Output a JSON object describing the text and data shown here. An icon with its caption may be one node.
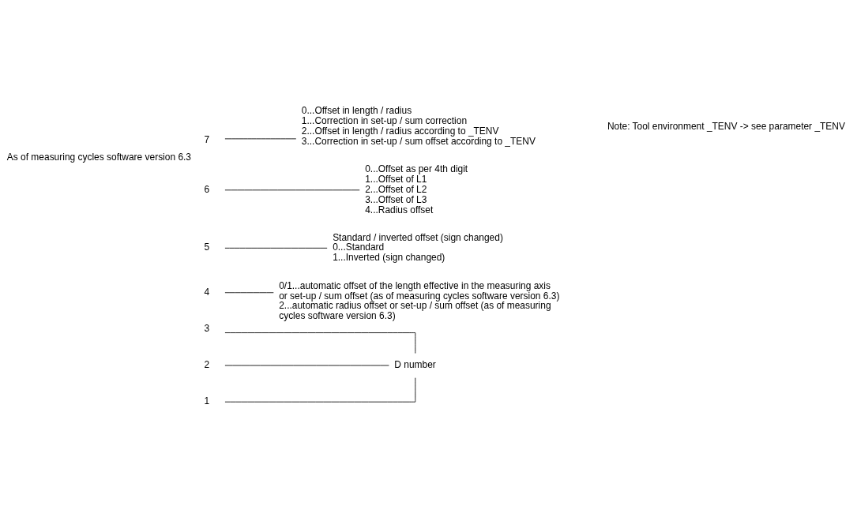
{
  "diagram": {
    "nodes": [
      {
        "text": [
          "7"
        ],
        "beside": [
          "As of measuring cycles software version 6.3"
        ]
      },
      {
        "text": [
          "6"
        ]
      },
      {
        "text": [
          "5"
        ]
      },
      {
        "text": [
          "4"
        ]
      },
      {
        "text": [
          "3"
        ]
      },
      {
        "text": [
          "2"
        ]
      },
      {
        "text": [
          "1"
        ]
      },
      {
        "text": [
          "D number"
        ]
      },
      {
        "text": [
          "0/1...automatic offset of the length effective in the measuring axis or set-up / sum offset (as of measuring cycles software version 6.3)",
          "2...automatic radius offset or set-up / sum offset (as of measuring cycles software version 6.3)"
        ]
      },
      {
        "text": [
          "Standard / inverted offset (sign changed)",
          "0...Standard",
          "1...Inverted (sign changed)"
        ]
      },
      {
        "text": [
          "0...Offset as per 4th digit",
          "1...Offset of L1",
          "2...Offset of L2",
          "3...Offset of L3",
          "4...Radius offset"
        ]
      },
      {
        "text": [
          "0...Offset in length / radius",
          "1...Correction in set-up / sum correction",
          "2...Offset in length / radius according to _TENV",
          "3...Correction in set-up / sum offset according to _TENV"
        ]
      }
    ],
    "edges": [
      {
        "from": 4,
        "to": 7,
        "arrow": "none"
      },
      {
        "from": 5,
        "to": 7,
        "arrow": "none"
      },
      {
        "from": 6,
        "to": 7,
        "arrow": "none"
      },
      {
        "from": 3,
        "to": 8,
        "arrow": "none"
      },
      {
        "from": 2,
        "to": 9,
        "arrow": "none"
      },
      {
        "from": 1,
        "to": 10,
        "arrow": "none"
      },
      {
        "from": 0,
        "to": 11,
        "arrow": "none"
      }
    ],
    "labels": [
      "Note: Tool environment _TENV -> see parameter _TENV"
    ]
  }
}
